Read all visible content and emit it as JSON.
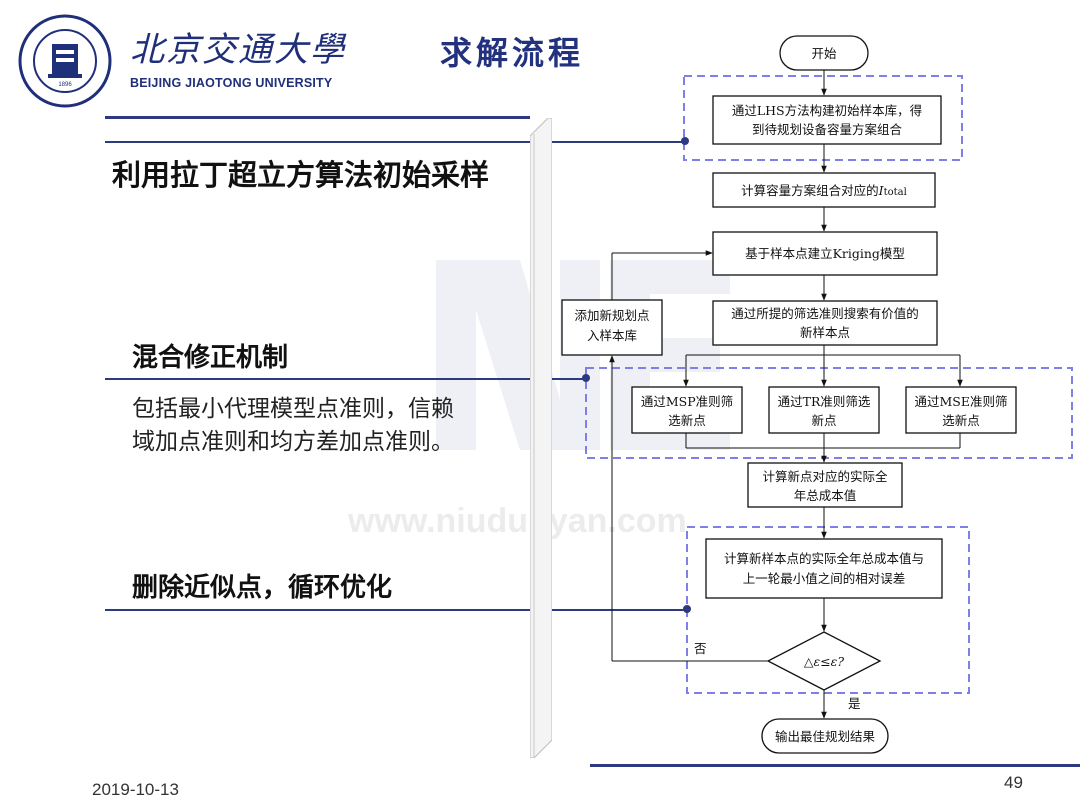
{
  "header": {
    "university_cn": "北京交通大學",
    "university_en": "BEIJING JIAOTONG UNIVERSITY",
    "page_title": "求解流程",
    "seal_year": "1896"
  },
  "bullets": {
    "lhs": "利用拉丁超立方算法初始采样",
    "hybrid_title": "混合修正机制",
    "hybrid_body_line1": "包括最小代理模型点准则，信赖",
    "hybrid_body_line2": "域加点准则和均方差加点准则。",
    "delete": "删除近似点，循环优化"
  },
  "watermark": "www.niudunyan.com",
  "flowchart": {
    "start": "开始",
    "step_lhs_line1": "通过LHS方法构建初始样本库，得",
    "step_lhs_line2": "到待规划设备容量方案组合",
    "step_calc_cost_prefix": "计算容量方案组合对应的",
    "step_calc_cost_var": "I",
    "step_calc_cost_sub": "total",
    "step_kriging": "基于样本点建立Kriging模型",
    "step_search_line1": "通过所提的筛选准则搜索有价值的",
    "step_search_line2": "新样本点",
    "add_points_line1": "添加新规划点",
    "add_points_line2": "入样本库",
    "msp_line1": "通过MSP准则筛",
    "msp_line2": "选新点",
    "tr_line1": "通过TR准则筛选",
    "tr_line2": "新点",
    "mse_line1": "通过MSE准则筛",
    "mse_line2": "选新点",
    "actual_cost_line1": "计算新点对应的实际全",
    "actual_cost_line2": "年总成本值",
    "rel_err_line1": "计算新样本点的实际全年总成本值与",
    "rel_err_line2": "上一轮最小值之间的相对误差",
    "decision": "△ε≤ε?",
    "no_label": "否",
    "yes_label": "是",
    "output": "输出最佳规划结果"
  },
  "footer": {
    "date": "2019-10-13",
    "page_number": "49"
  },
  "colors": {
    "navy": "#2d3a80",
    "dashed_box": "#7f7fe6",
    "title_blue": "#23327e"
  }
}
